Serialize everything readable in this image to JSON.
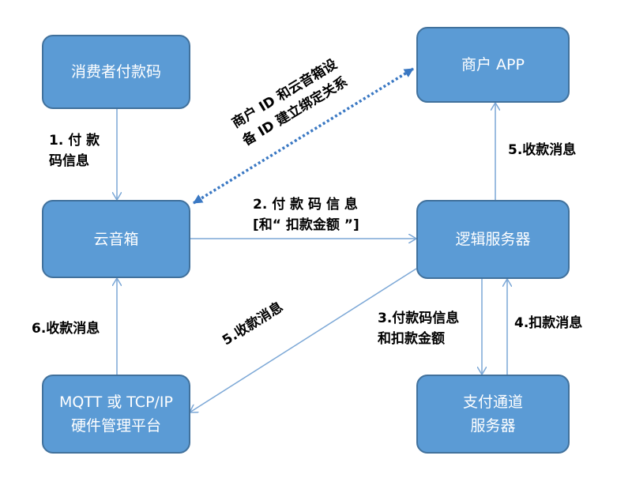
{
  "nodes": {
    "consumer_code": "消费者付款码",
    "merchant_app": "商户 APP",
    "speaker": "云音箱",
    "logic_server": "逻辑服务器",
    "mqtt_platform": {
      "line1": "MQTT 或 TCP/IP",
      "line2": "硬件管理平台"
    },
    "payment_server": {
      "line1": "支付通道",
      "line2": "服务器"
    }
  },
  "edges": {
    "e1": {
      "line1": "1. 付 款",
      "line2": "码信息"
    },
    "e2": {
      "line1": "2. 付 款 码 信 息",
      "line2": "[和“ 扣款金额 ”]"
    },
    "e3": {
      "line1": "3.付款码信息",
      "line2": "和扣款金额"
    },
    "e4": "4.扣款消息",
    "e5_app": "5.收款消息",
    "e5_platform": "5.收款消息",
    "e6": "6.收款消息",
    "binding": {
      "line1": "商户 ID 和云音箱设",
      "line2": "备 ID 建立绑定关系"
    }
  },
  "colors": {
    "node_fill": "#5b9bd5",
    "node_border": "#41719c",
    "edge": "#7ba7d6",
    "dashed_edge": "#3a78c3",
    "text": "#000000"
  }
}
